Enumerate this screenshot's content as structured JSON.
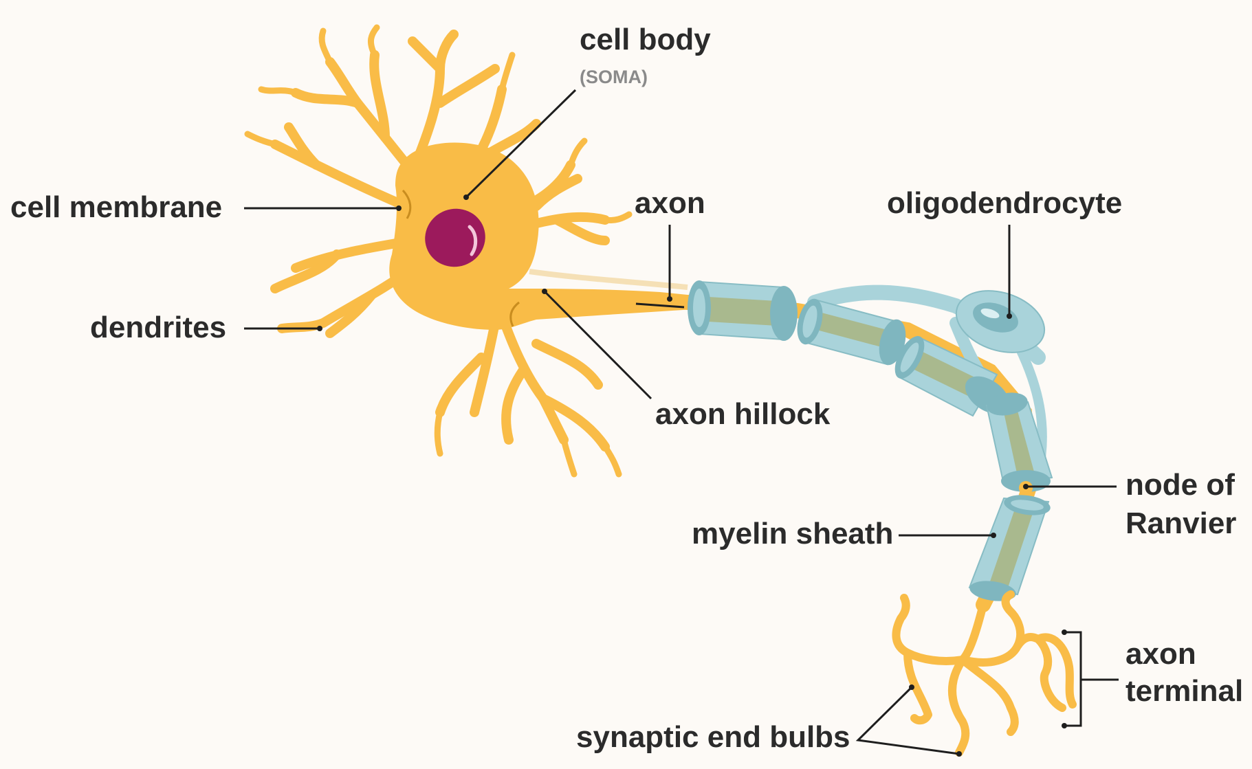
{
  "labels": {
    "cell_body": "cell body",
    "soma": "(SOMA)",
    "cell_membrane": "cell membrane",
    "dendrites": "dendrites",
    "axon": "axon",
    "axon_hillock": "axon hillock",
    "oligodendrocyte": "oligodendrocyte",
    "node_of_ranvier_line1": "node of",
    "node_of_ranvier_line2": "Ranvier",
    "myelin_sheath": "myelin sheath",
    "axon_terminal_line1": "axon",
    "axon_terminal_line2": "terminal",
    "synaptic_end_bulbs": "synaptic end bulbs"
  },
  "colors": {
    "neuron": "#f9bc47",
    "nucleus": "#9c1a5c",
    "myelin": "#a9d3da",
    "background": "#fdfaf6",
    "text": "#2b2b2b"
  }
}
